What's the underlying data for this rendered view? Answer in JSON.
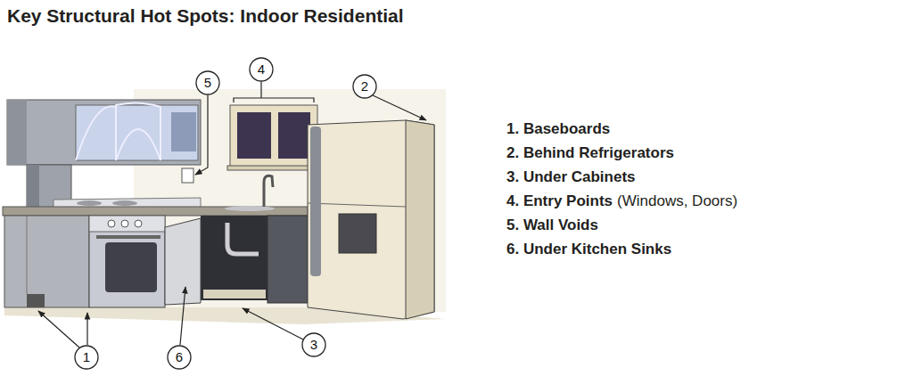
{
  "diagram": {
    "title": "Key Structural Hot Spots: Indoor Residential",
    "nodes": [
      {
        "text": [
          "5"
        ]
      },
      {
        "text": [
          "4"
        ]
      },
      {
        "text": [
          "2"
        ]
      },
      {
        "text": [
          "1"
        ]
      },
      {
        "text": [
          "6"
        ]
      },
      {
        "text": [
          "3"
        ]
      }
    ],
    "labels": [
      "1. Baseboards",
      "2. Behind Refrigerators",
      "3. Under Cabinets",
      "4. Entry Points",
      "(Windows, Doors)",
      "5. Wall Voids",
      "6. Under Kitchen Sinks"
    ]
  }
}
